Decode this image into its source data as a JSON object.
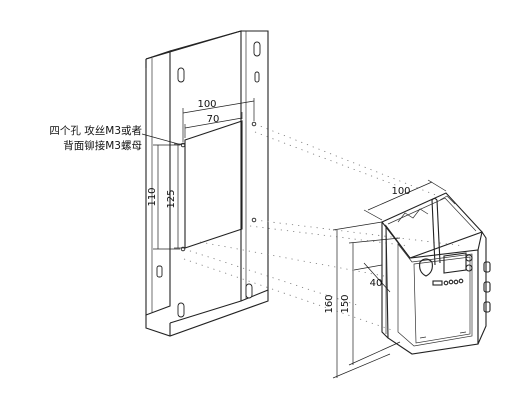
{
  "note": {
    "line1": "四个孔 攻丝M3或者",
    "line2": "背面铆接M3螺母"
  },
  "dimensions": {
    "plate_hole_span": "100",
    "cutout_width": "70",
    "cutout_height": "125",
    "hole_spacing_vertical": "110",
    "device_width": "100",
    "device_depth": "40",
    "device_height_outer": "160",
    "device_height_inner": "150"
  }
}
